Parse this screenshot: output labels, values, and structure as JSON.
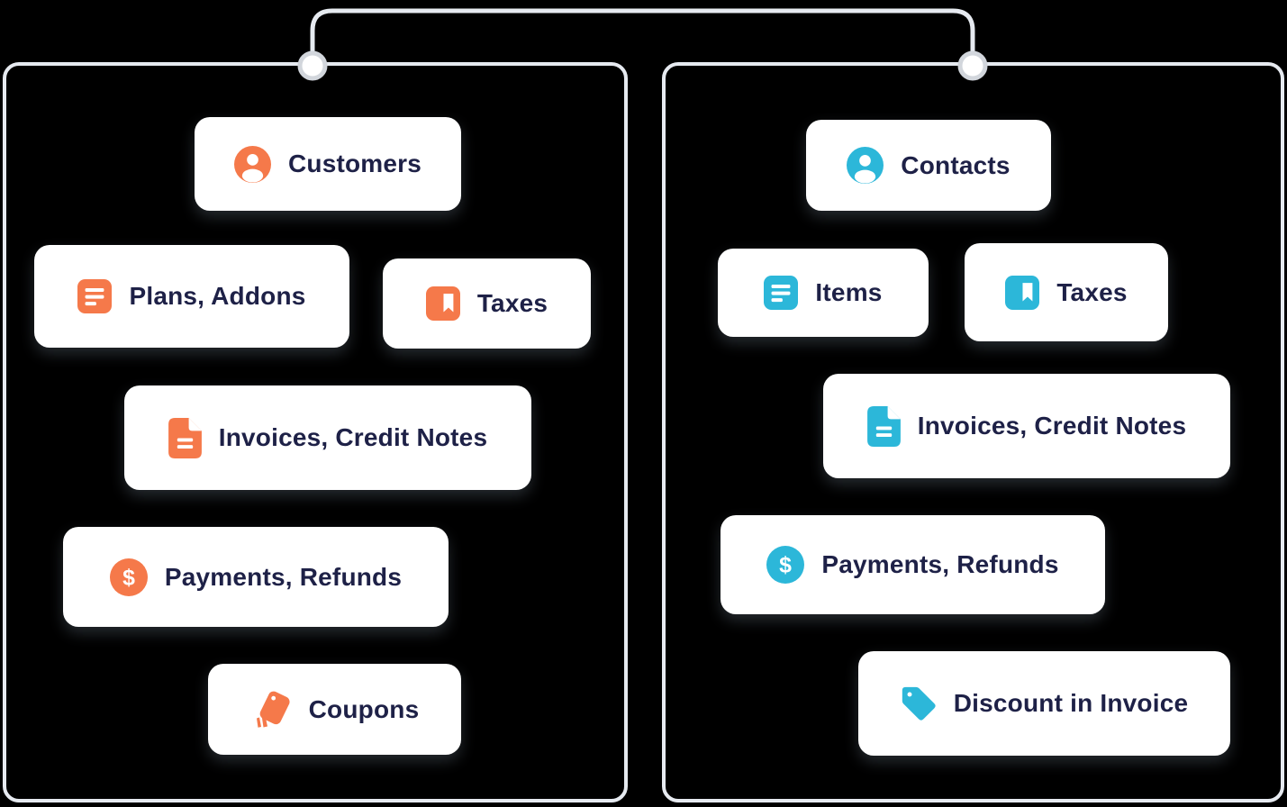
{
  "diagram": {
    "left_panel": {
      "accent_color": "#F5794A",
      "items": [
        {
          "label": "Customers",
          "icon": "user-icon"
        },
        {
          "label": "Plans, Addons",
          "icon": "list-icon"
        },
        {
          "label": "Taxes",
          "icon": "bookmark-icon"
        },
        {
          "label": "Invoices, Credit Notes",
          "icon": "document-icon"
        },
        {
          "label": "Payments, Refunds",
          "icon": "dollar-icon"
        },
        {
          "label": "Coupons",
          "icon": "coupons-icon"
        }
      ]
    },
    "right_panel": {
      "accent_color": "#2CB7D9",
      "items": [
        {
          "label": "Contacts",
          "icon": "user-icon"
        },
        {
          "label": "Items",
          "icon": "list-icon"
        },
        {
          "label": "Taxes",
          "icon": "bookmark-icon"
        },
        {
          "label": "Invoices, Credit Notes",
          "icon": "document-icon"
        },
        {
          "label": "Payments, Refunds",
          "icon": "dollar-icon"
        },
        {
          "label": "Discount in Invoice",
          "icon": "tag-icon"
        }
      ]
    },
    "colors": {
      "background": "#000000",
      "card_background": "#FFFFFF",
      "text": "#1E2147",
      "panel_border": "#E6EAF0",
      "connector_wire": "#E6EAF0",
      "connector_pin_ring": "#D2D6DC"
    }
  }
}
